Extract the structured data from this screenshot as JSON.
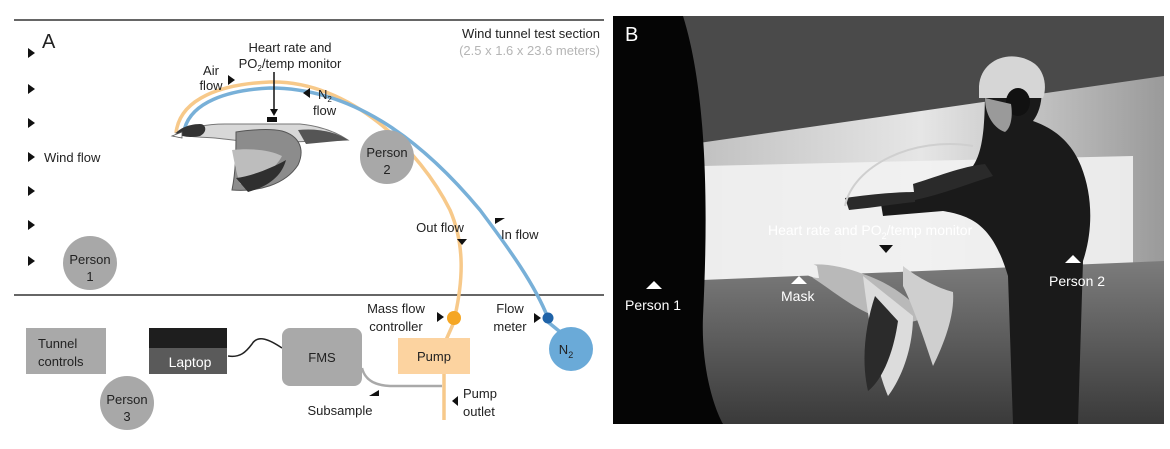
{
  "panel_a": {
    "letter": "A",
    "section_title": "Wind tunnel test section",
    "section_dims": "(2.5 x 1.6 x 23.6 meters)",
    "monitor_line1": "Heart rate and",
    "monitor_line2_pre": "PO",
    "monitor_line2_sub": "2",
    "monitor_line2_post": "/temp monitor",
    "air_flow_1": "Air",
    "air_flow_2": "flow",
    "n2_flow_pre": "N",
    "n2_flow_sub": "2",
    "n2_flow_post": "flow",
    "wind_flow": "Wind flow",
    "person1_a": "Person",
    "person1_b": "1",
    "person2_a": "Person",
    "person2_b": "2",
    "person3_a": "Person",
    "person3_b": "3",
    "out_flow": "Out flow",
    "in_flow": "In flow",
    "mass_flow_1": "Mass flow",
    "mass_flow_2": "controller",
    "flow_meter_1": "Flow",
    "flow_meter_2": "meter",
    "n2_tank_pre": "N",
    "n2_tank_sub": "2",
    "tunnel_controls_1": "Tunnel",
    "tunnel_controls_2": "controls",
    "laptop": "Laptop",
    "fms": "FMS",
    "pump": "Pump",
    "subsample": "Subsample",
    "pump_outlet_1": "Pump",
    "pump_outlet_2": "outlet"
  },
  "panel_b": {
    "letter": "B",
    "monitor_pre": "Heart rate and PO",
    "monitor_sub": "2",
    "monitor_post": "/temp monitor",
    "person1": "Person 1",
    "person2": "Person 2",
    "mask": "Mask"
  },
  "colors": {
    "air_tube": "#f7c98a",
    "n2_tube": "#78b0d8",
    "n2_tank": "#6aaad8",
    "mass_flow_dot": "#f5a623",
    "flow_meter_dot": "#1f63a8",
    "person": "#a8a8a8",
    "box": "#a9a9a9",
    "pump_box": "#fcd3a0"
  }
}
